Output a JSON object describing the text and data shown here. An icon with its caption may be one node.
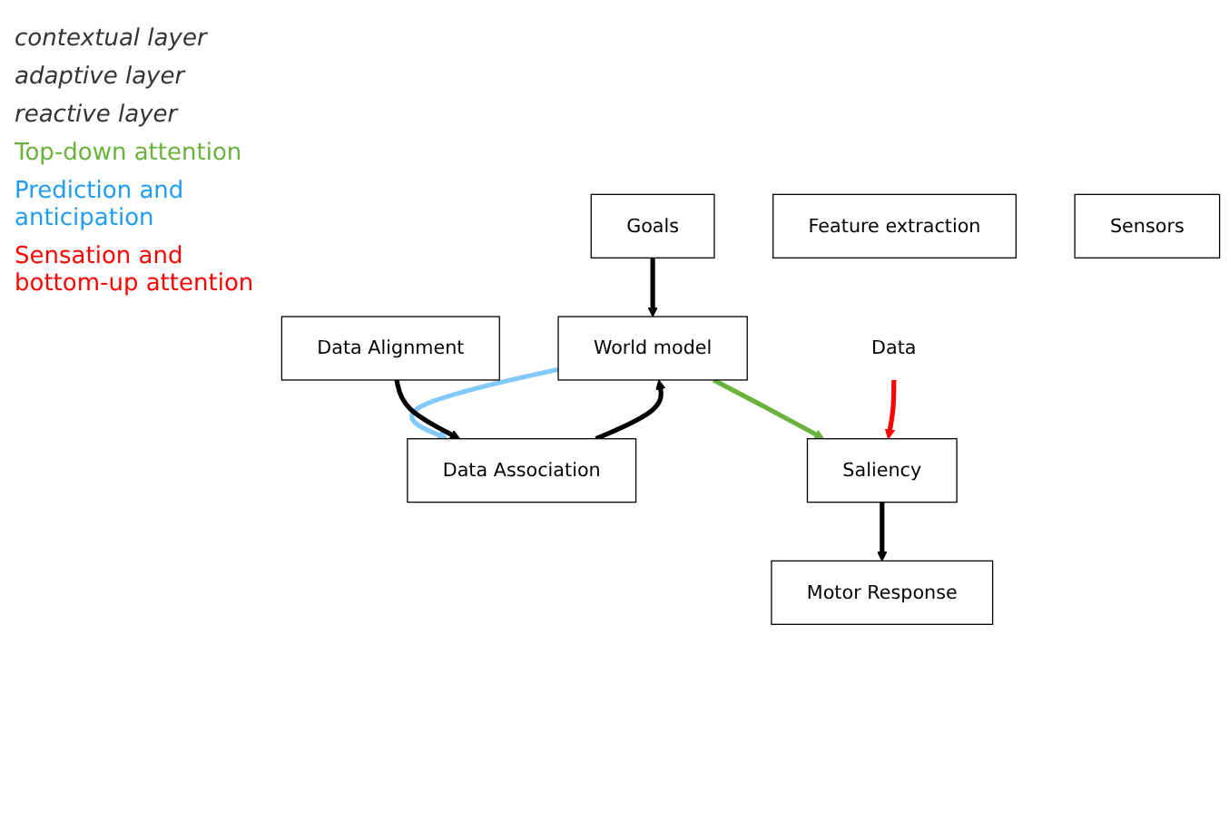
{
  "diagram": {
    "nodes": [
      {
        "text": [
          "Goals"
        ]
      },
      {
        "text": [
          "World model"
        ]
      },
      {
        "text": [
          "Data Association"
        ]
      },
      {
        "text": [
          "Saliency"
        ]
      },
      {
        "text": [
          "Motor Response"
        ]
      },
      {
        "text": [
          "Data Alignment"
        ]
      },
      {
        "text": [
          "Feature extraction"
        ]
      },
      {
        "text": [
          "Sensors"
        ]
      },
      {
        "text": [
          "Data"
        ]
      }
    ],
    "edges": [
      {
        "from": 0,
        "to": 1,
        "arrow": "to"
      },
      {
        "from": 1,
        "to": 2,
        "arrow": "to",
        "color": "#82c8f8"
      },
      {
        "from": 2,
        "to": 1,
        "arrow": "to"
      },
      {
        "from": 1,
        "to": 3,
        "arrow": "to",
        "color": "#6ab23c"
      },
      {
        "from": 3,
        "to": 4,
        "arrow": "to"
      },
      {
        "from": 5,
        "to": 2,
        "arrow": "to"
      },
      {
        "from": 8,
        "to": 3,
        "arrow": "to",
        "color": "#ff0000"
      }
    ],
    "labels": [
      "contextual layer",
      "adaptive layer",
      "reactive layer",
      "Top-down attention",
      "Prediction and anticipation",
      "Sensation and bottom-up attention"
    ]
  }
}
